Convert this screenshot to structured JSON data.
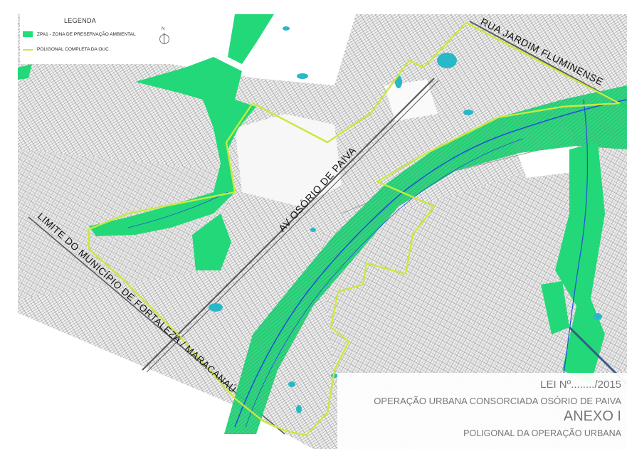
{
  "legend": {
    "title": "LEGENDA",
    "items": [
      {
        "label": "ZPA1 - ZONA DE PRESERVAÇÃO AMBIENTAL",
        "color": "#1ee07a",
        "kind": "fill"
      },
      {
        "label": "POLIGONAL COMPLETA DA OUC",
        "color": "#c8ea3c",
        "kind": "line"
      }
    ],
    "north_label": "N"
  },
  "streets": {
    "rua_jardim": "RUA JARDIM FLUMINENSE",
    "av_osorio": "AV OSÓRIO DE PAIVA",
    "limite": "LIMITE DO MUNICÍPIO DE FORTALEZA / MARACANAÚ"
  },
  "title_block": {
    "lei": "LEI Nº......../2015",
    "operacao": "OPERAÇÃO URBANA CONSORCIADA OSÓRIO DE PAIVA",
    "anexo": "ANEXO I",
    "poligonal": "POLIGONAL DA OPERAÇÃO URBANA"
  },
  "colors": {
    "zpa_fill": "#1ee07a",
    "polygon_line": "#c8ea3c",
    "river": "#2050d8",
    "water": "#28b8c8",
    "urban_grid": "#808080"
  }
}
